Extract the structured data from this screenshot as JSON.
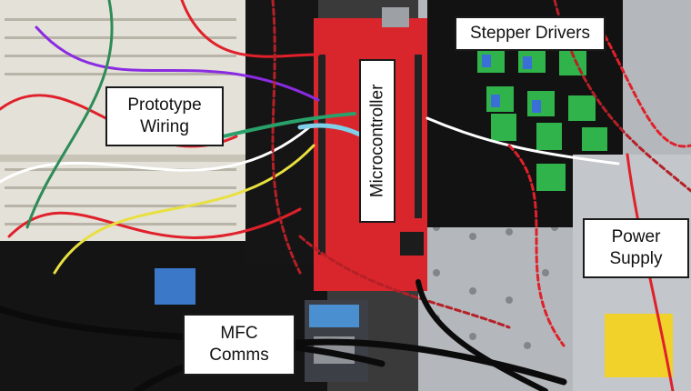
{
  "labels": {
    "stepper_drivers": "Stepper Drivers",
    "prototype_wiring_line1": "Prototype",
    "prototype_wiring_line2": "Wiring",
    "microcontroller": "Microcontroller",
    "power_supply_line1": "Power",
    "power_supply_line2": "Supply",
    "mfc_comms_line1": "MFC",
    "mfc_comms_line2": "Comms"
  },
  "colors": {
    "board_red": "#d9262b",
    "breadboard": "#e9e6df",
    "driver_green": "#2fb34a",
    "panel_black": "#111111",
    "metal": "#b9bcc0",
    "wire_red": "#e0202a",
    "wire_white": "#f2f2f2",
    "wire_yellow": "#e8e040"
  }
}
